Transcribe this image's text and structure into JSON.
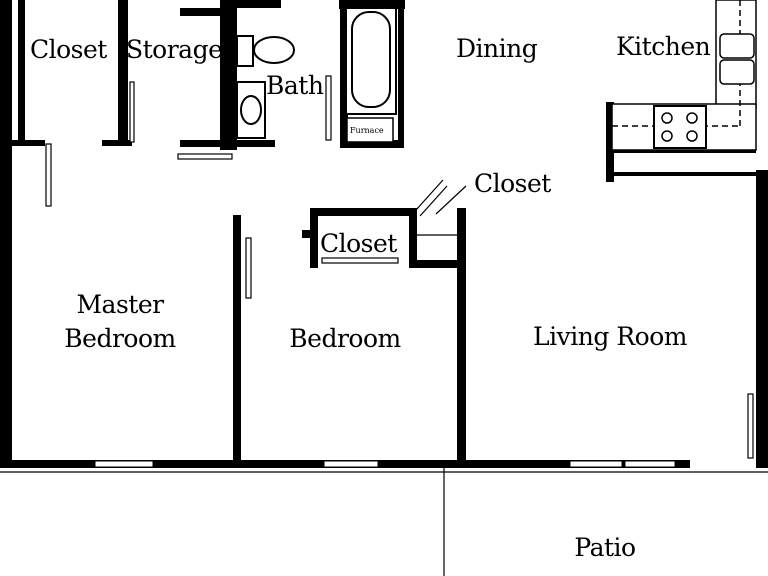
{
  "rooms": {
    "closet_left": "Closet",
    "storage": "Storage",
    "bath": "Bath",
    "dining": "Dining",
    "kitchen": "Kitchen",
    "closet_hall": "Closet",
    "closet_bedroom": "Closet",
    "master_line1": "Master",
    "master_line2": "Bedroom",
    "bedroom": "Bedroom",
    "living_room": "Living Room",
    "patio": "Patio"
  },
  "fixtures": {
    "furnace": "Furnace"
  },
  "colors": {
    "wall": "#000000",
    "background": "#ffffff"
  }
}
